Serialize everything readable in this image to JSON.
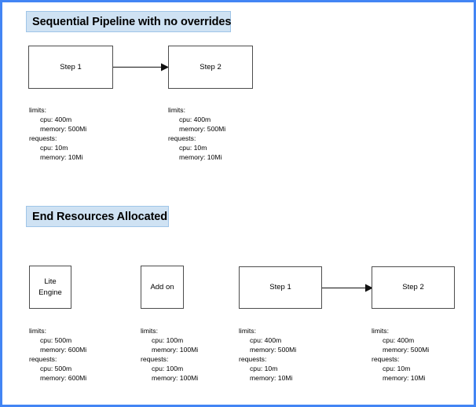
{
  "diagram": {
    "frame_color": "#4285f4",
    "badge_fill": "#cfe2f3",
    "badge_border": "#9fc5e8",
    "node_border": "#4d4d4d",
    "sections": [
      {
        "title": "Sequential Pipeline with no overrides",
        "nodes": [
          {
            "label_line1": "Step 1",
            "label_line2": ""
          },
          {
            "label_line1": "Step 2",
            "label_line2": ""
          }
        ],
        "resources": [
          {
            "limits_label": "limits:",
            "limits_cpu": "cpu: 400m",
            "limits_memory": "memory: 500Mi",
            "requests_label": "requests:",
            "requests_cpu": "cpu: 10m",
            "requests_memory": "memory: 10Mi"
          },
          {
            "limits_label": "limits:",
            "limits_cpu": "cpu: 400m",
            "limits_memory": "memory: 500Mi",
            "requests_label": "requests:",
            "requests_cpu": "cpu: 10m",
            "requests_memory": "memory: 10Mi"
          }
        ]
      },
      {
        "title": "End Resources Allocated",
        "nodes": [
          {
            "label_line1": "Lite",
            "label_line2": "Engine"
          },
          {
            "label_line1": "Add on",
            "label_line2": ""
          },
          {
            "label_line1": "Step 1",
            "label_line2": ""
          },
          {
            "label_line1": "Step 2",
            "label_line2": ""
          }
        ],
        "resources": [
          {
            "limits_label": "limits:",
            "limits_cpu": "cpu: 500m",
            "limits_memory": "memory: 600Mi",
            "requests_label": "requests:",
            "requests_cpu": "cpu: 500m",
            "requests_memory": "memory: 600Mi"
          },
          {
            "limits_label": "limits:",
            "limits_cpu": "cpu: 100m",
            "limits_memory": "memory: 100Mi",
            "requests_label": "requests:",
            "requests_cpu": "cpu: 100m",
            "requests_memory": "memory: 100Mi"
          },
          {
            "limits_label": "limits:",
            "limits_cpu": "cpu: 400m",
            "limits_memory": "memory: 500Mi",
            "requests_label": "requests:",
            "requests_cpu": "cpu: 10m",
            "requests_memory": "memory: 10Mi"
          },
          {
            "limits_label": "limits:",
            "limits_cpu": "cpu: 400m",
            "limits_memory": "memory: 500Mi",
            "requests_label": "requests:",
            "requests_cpu": "cpu: 10m",
            "requests_memory": "memory: 10Mi"
          }
        ]
      }
    ]
  }
}
